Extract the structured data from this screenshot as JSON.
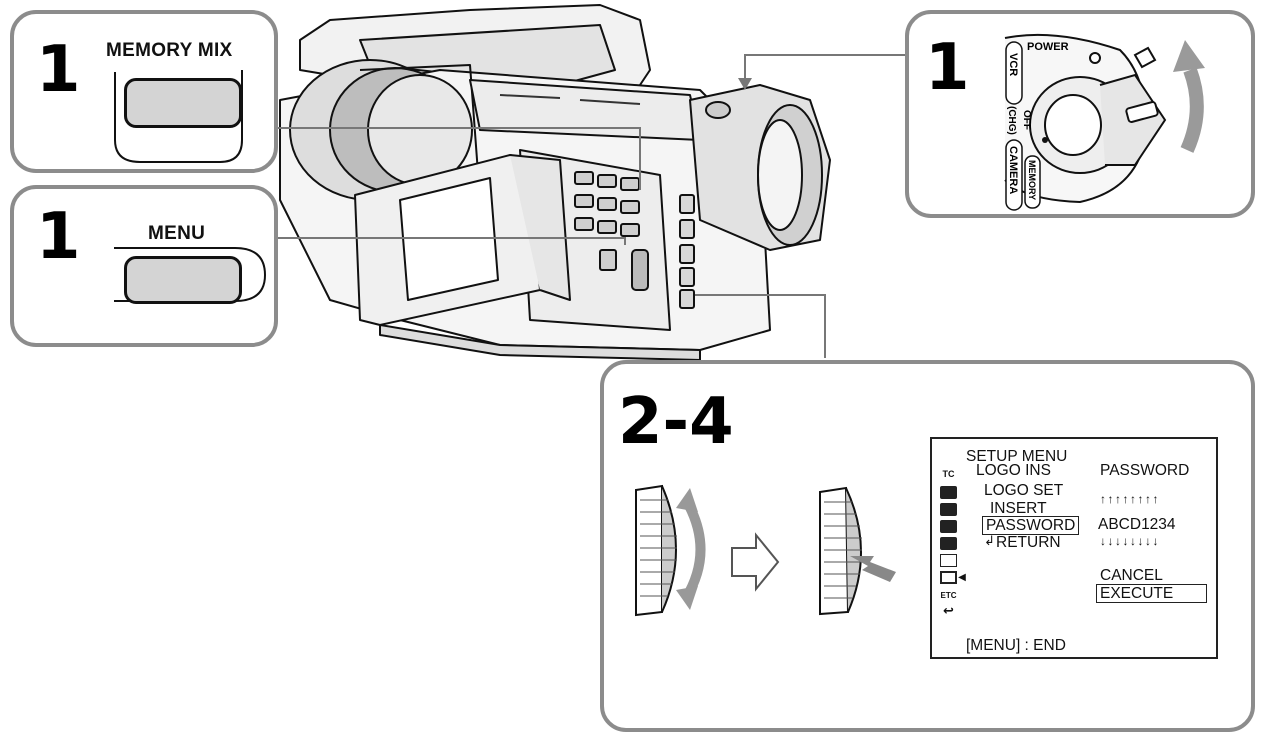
{
  "steps": {
    "memory_mix": {
      "number": "1",
      "label": "MEMORY MIX"
    },
    "menu": {
      "number": "1",
      "label": "MENU"
    },
    "power": {
      "number": "1",
      "dial_labels": {
        "power": "POWER",
        "vcr": "VCR",
        "off": "OFF",
        "chg": "(CHG)",
        "camera": "CAMERA",
        "memory": "MEMORY"
      }
    },
    "dial": {
      "number": "2-4"
    }
  },
  "menu_screen": {
    "title": "SETUP MENU",
    "items": [
      "LOGO INS",
      "LOGO SET",
      "INSERT",
      "PASSWORD",
      "RETURN"
    ],
    "selected_item": "PASSWORD",
    "return_glyph": "↲",
    "icons": [
      "TC",
      "M",
      "C",
      "VTR",
      "CM",
      "OTHERS",
      "SETUP",
      "ETC",
      "RETURN-ARROW"
    ],
    "icon_texts": {
      "tc": "TC",
      "etc": "ETC",
      "return_arrow": "↩"
    },
    "password_label": "PASSWORD",
    "password_value": "ABCD1234",
    "up_arrows": "↑↑↑↑↑↑↑↑",
    "down_arrows": "↓↓↓↓↓↓↓↓",
    "cancel": "CANCEL",
    "execute": "EXECUTE",
    "footer": "[MENU] : END"
  }
}
